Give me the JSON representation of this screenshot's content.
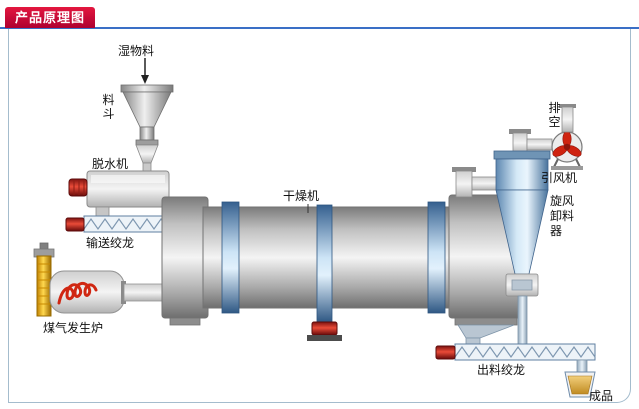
{
  "header": {
    "title": "产品原理图"
  },
  "diagram": {
    "labels": {
      "wet_material": "湿物料",
      "hopper": "料斗",
      "dewatering_machine": "脱水机",
      "feed_screw": "输送绞龙",
      "gas_furnace": "煤气发生炉",
      "dryer": "干燥机",
      "vent": "排空",
      "draft_fan": "引风机",
      "cyclone": "旋风卸料器",
      "discharge_screw": "出料绞龙",
      "product": "成品"
    },
    "colors": {
      "header_tab": "#c40a36",
      "header_rule": "#3a6fc6",
      "frame_border": "#a4bccd",
      "motor_red": "#cc2200",
      "band_blue": "#5b8fc3",
      "furnace_yellow": "#f2c200",
      "cyclone_blue": "#7fa8cc",
      "product_gold": "#d9a33a"
    }
  }
}
